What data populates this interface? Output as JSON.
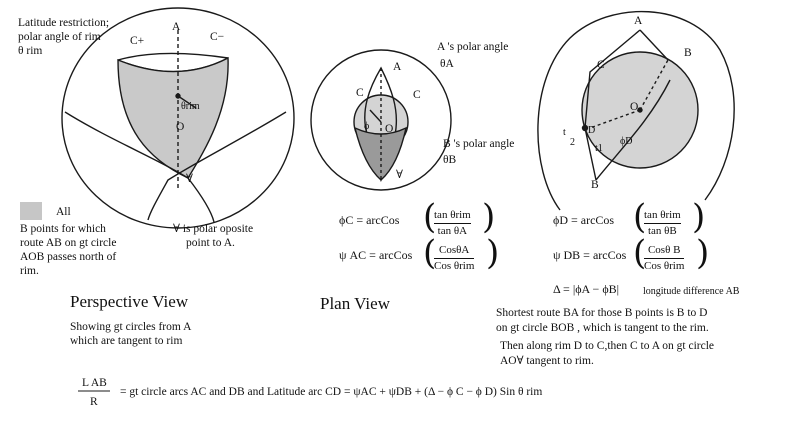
{
  "persp": {
    "lat_note": [
      "Latitude restriction;",
      "polar angle of rim",
      "θ rim"
    ],
    "label_c_plus": "C+",
    "label_a": "A",
    "label_c_minus": "C−",
    "label_o": "O",
    "label_theta_rim": "θrim",
    "label_v": "∀",
    "title": "Perspective View",
    "sub": [
      "Showing gt circles from A",
      "which are tangent to rim"
    ]
  },
  "legend": {
    "all": "All",
    "lines": [
      "B points for which",
      "route AB on gt circle",
      "AOB passes north of",
      "rim."
    ],
    "swatch_color": "#c6c6c6"
  },
  "v_note": [
    "∀ is polar oposite",
    "point to A."
  ],
  "plan": {
    "label_a": "A",
    "label_c_left": "C",
    "label_c_right": "C",
    "label_o": "O",
    "label_phi": "ϕ",
    "label_v": "∀",
    "a_polar": [
      "A 's polar angle",
      "θA"
    ],
    "b_polar": [
      "B 's polar angle",
      "θB"
    ],
    "title": "Plan View"
  },
  "right": {
    "label_a": "A",
    "label_b_top": "B",
    "label_c": "C",
    "label_d": "D",
    "label_t": "t",
    "label_2": "2",
    "label_t1": "t1",
    "label_b": "B",
    "label_phi_d": "ϕD",
    "label_o": "O"
  },
  "formulas": {
    "phic_lhs": "ϕC = arcCos",
    "phic_num": "tan θrim",
    "phic_den": "tan θA",
    "psiac_lhs": "ψ AC = arcCos",
    "psiac_num": "CosθA",
    "psiac_den": "Cos θrim",
    "phid_lhs": "ϕD = arcCos",
    "phid_num": "tan θrim",
    "phid_den": "tan θB",
    "psidb_lhs": "ψ DB = arcCos",
    "psidb_num": "Cosθ B",
    "psidb_den": "Cos θrim",
    "delta": "Δ = |ϕA − ϕB|",
    "delta_note": "longitude difference AB"
  },
  "route": [
    "Shortest route BA for those B points is B to D",
    "on gt circle BOB , which is tangent to the rim.",
    "Then along rim D to C,then C to A on gt circle",
    "AO∀  tangent to rim."
  ],
  "final": {
    "num": "L AB",
    "den": "R",
    "text": "=  gt circle arcs AC and DB and Latitude arc CD    = ψAC + ψDB  +    (Δ − ϕ C − ϕ D)  Sin  θ rim"
  },
  "colors": {
    "ink": "#1a1a1a",
    "shade": "#c9c9c9"
  }
}
